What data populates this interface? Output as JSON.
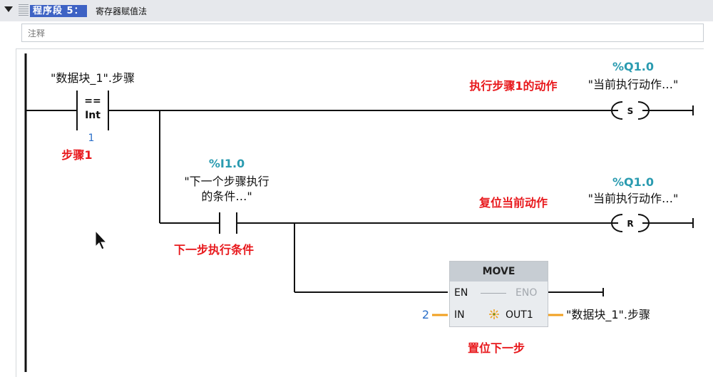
{
  "network": {
    "title": "程序段 5：",
    "description": "寄存器赋值法",
    "comment_placeholder": "注释"
  },
  "rung1": {
    "compare_operand": "\"数据块_1\".步骤",
    "compare_op": "==",
    "compare_type": "Int",
    "compare_value": "1",
    "step_annotation": "步骤1",
    "coil_address": "%Q1.0",
    "coil_tag": "\"当前执行动作…\"",
    "coil_type": "S",
    "coil_annotation": "执行步骤1的动作"
  },
  "rung2": {
    "contact_address": "%I1.0",
    "contact_tag_line1": "\"下一个步骤执行",
    "contact_tag_line2": "的条件…\"",
    "contact_annotation": "下一步执行条件",
    "coil_address": "%Q1.0",
    "coil_tag": "\"当前执行动作…\"",
    "coil_type": "R",
    "coil_annotation": "复位当前动作"
  },
  "move": {
    "title": "MOVE",
    "en": "EN",
    "eno": "ENO",
    "in": "IN",
    "out1": "OUT1",
    "in_value": "2",
    "out_tag": "\"数据块_1\".步骤",
    "annotation": "置位下一步"
  },
  "colors": {
    "address": "#2a9bb0",
    "annotation": "#e8191d",
    "constant": "#2b6fc9",
    "wire": "#111111",
    "pin_line": "#f0a020",
    "header_bg": "#e6e8ec",
    "title_bg": "#3d62c4"
  }
}
